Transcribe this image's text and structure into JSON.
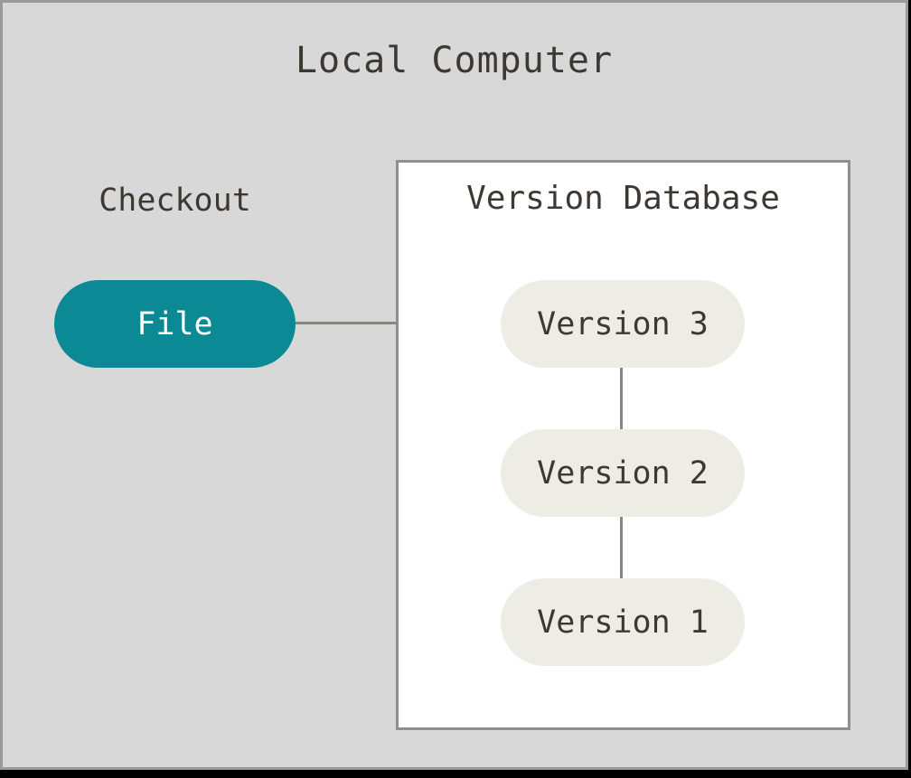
{
  "diagram": {
    "title": "Local Computer",
    "checkout": {
      "label": "Checkout",
      "file_node_label": "File"
    },
    "version_database": {
      "title": "Version Database",
      "versions": [
        "Version 3",
        "Version 2",
        "Version 1"
      ]
    },
    "colors": {
      "window_background": "#d8d8d8",
      "window_border": "#9a9a9a",
      "box_background": "#ffffff",
      "box_border": "#8f8f8f",
      "file_node_fill": "#0b8a96",
      "file_node_text": "#ffffff",
      "version_node_fill": "#eeede5",
      "label_text": "#3e3833",
      "connector_line": "#8b857c"
    }
  }
}
